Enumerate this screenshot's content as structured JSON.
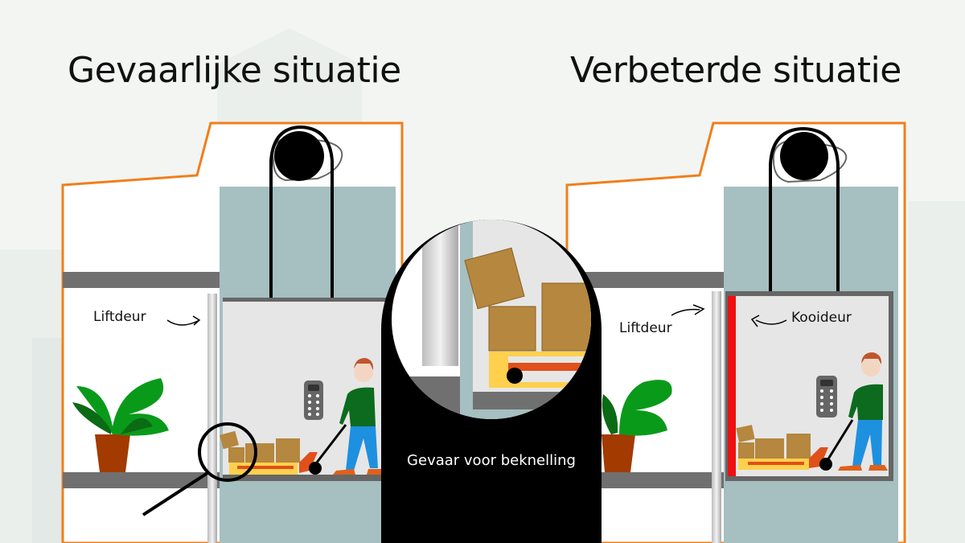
{
  "left_panel": {
    "title": "Gevaarlijke situatie",
    "door_label": "Liftdeur"
  },
  "right_panel": {
    "title": "Verbeterde situatie",
    "door_label": "Liftdeur",
    "cage_door_label": "Kooideur"
  },
  "callout": {
    "text": "Gevaar voor beknelling"
  },
  "colors": {
    "outline": "#f07f1a",
    "shaft": "#a6bfc1",
    "slab": "#707070",
    "cage_door": "#ee1111",
    "box": "#b5873f",
    "pallet": "#ffd04d",
    "pot": "#a33a00"
  }
}
